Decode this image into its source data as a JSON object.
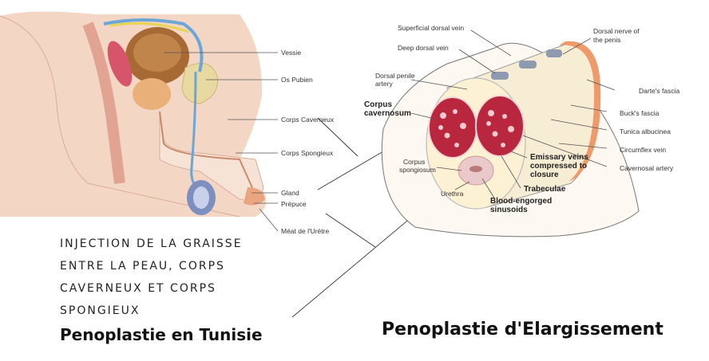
{
  "left_labels": {
    "vessie": "Vessie",
    "os_pubien": "Os Pubien",
    "corps_caverneux": "Corps Caverneux",
    "corps_spongieux": "Corps Spongieux",
    "gland": "Gland",
    "prepuce": "Prépuce",
    "meat": "Méat de l'Urètre"
  },
  "right_labels": {
    "superficial_dorsal_vein": "Superficial dorsal vein",
    "deep_dorsal_vein": "Deep dorsal vein",
    "dorsal_penile_artery_1": "Dorsal penile",
    "dorsal_penile_artery_2": "artery",
    "corpus_cavernosum_1": "Corpus",
    "corpus_cavernosum_2": "cavernosum",
    "corpus_spongiosum_1": "Corpus",
    "corpus_spongiosum_2": "spongiosum",
    "urethra": "Urethra",
    "dorsal_nerve_1": "Dorsal nerve of",
    "dorsal_nerve_2": "the penis",
    "dartos_fascia": "Darte's fascia",
    "bucks_fascia": "Buck's fascia",
    "tunica_albuginea": "Tunica albucinea",
    "circumflex_vein": "Circumflex vein",
    "cavernosal_artery": "Cavernosal artery",
    "emissary_1": "Emissary veins",
    "emissary_2": "compressed to",
    "emissary_3": "closure",
    "trabeculae": "Trabeculae",
    "sinusoids_1": "Blood-engorged",
    "sinusoids_2": "sinusoids"
  },
  "caption_lines": [
    "INJECTION DE LA GRAISSE",
    "ENTRE LA PEAU, CORPS",
    "CAVERNEUX ET CORPS",
    "SPONGIEUX"
  ],
  "title_left": "Penoplastie en Tunisie",
  "title_right": "Penoplastie d'Elargissement",
  "colors": {
    "skin": "#f4d6c4",
    "tissue_red": "#a8253a",
    "fat_yellow": "#f3e8b4",
    "bone": "#e8d9a3",
    "vein_blue": "#6aa7d8"
  }
}
